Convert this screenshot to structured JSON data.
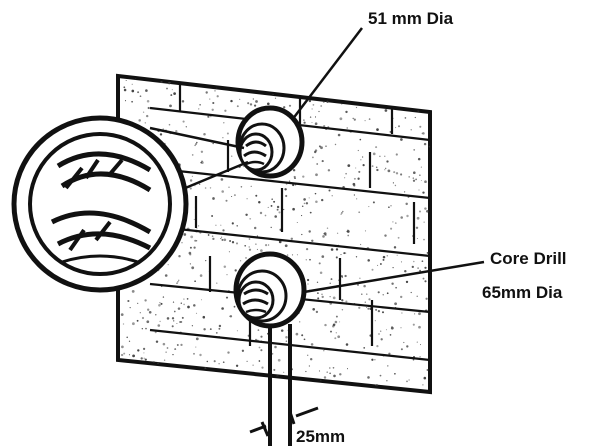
{
  "labels": {
    "top_hole": "51 mm Dia",
    "core_drill_line1": "Core Drill",
    "core_drill_line2": "65mm Dia",
    "dimension": "25mm"
  },
  "colors": {
    "ink": "#111111",
    "paper": "#ffffff",
    "speckle": "#3a3a3a"
  }
}
